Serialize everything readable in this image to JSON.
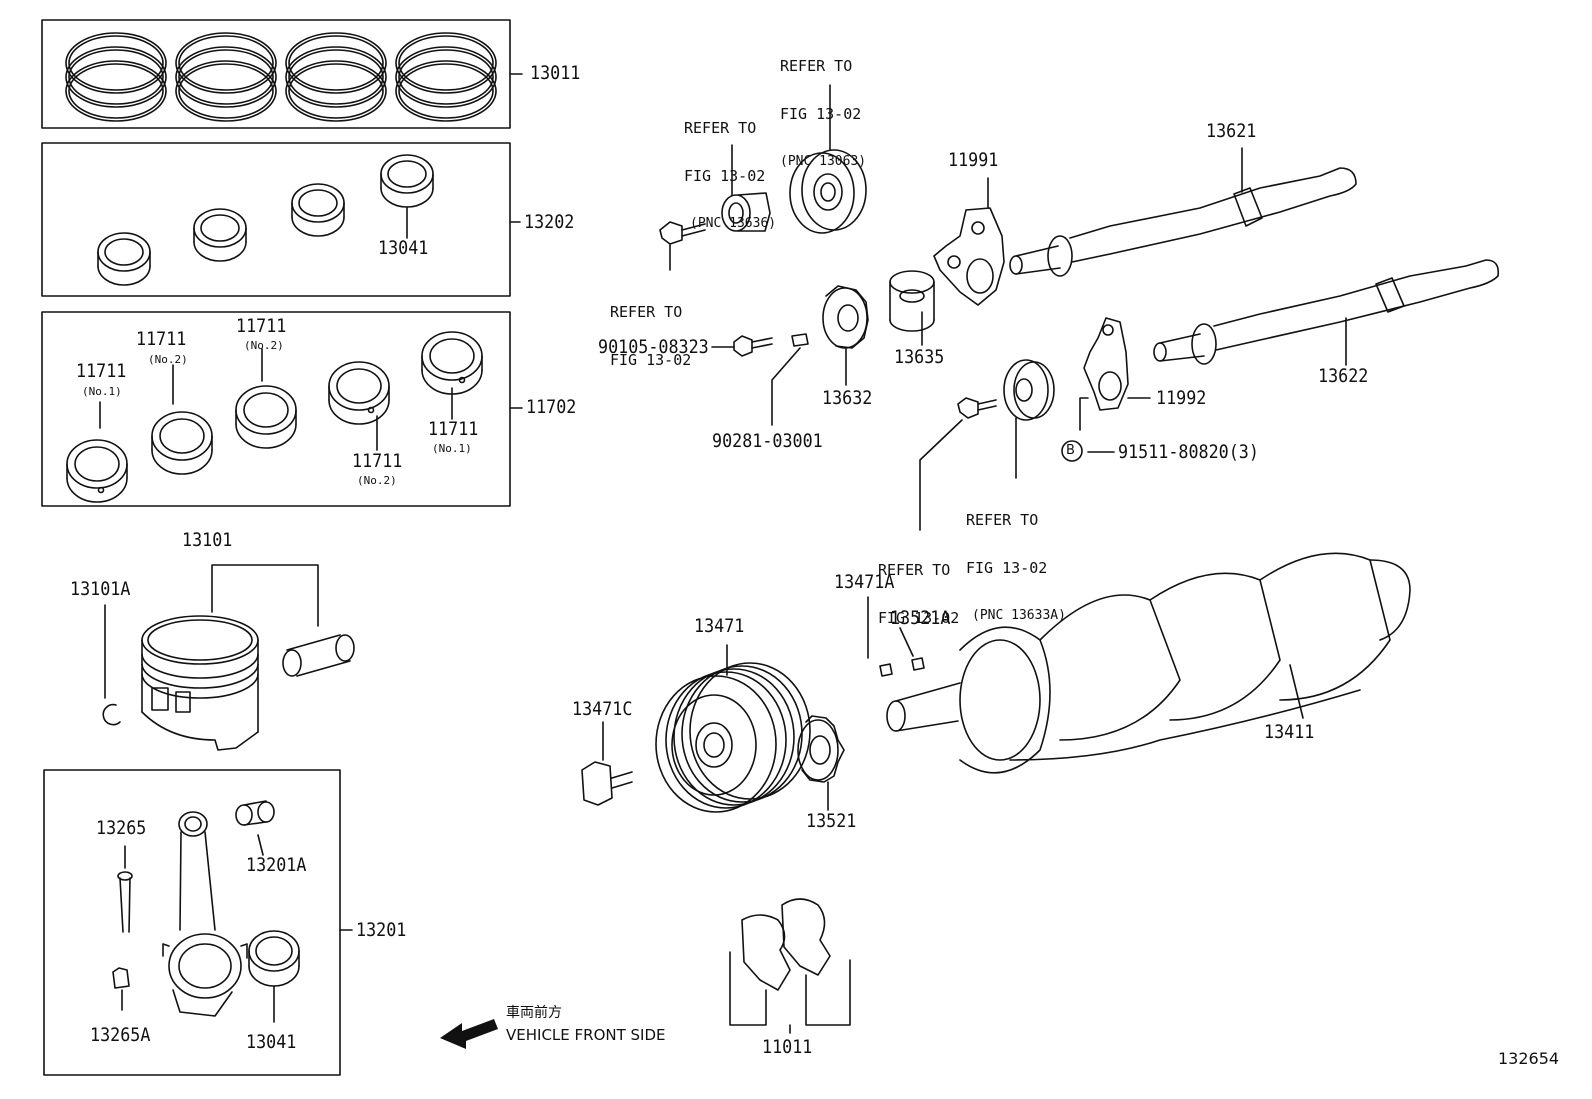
{
  "figure_id": "132654",
  "direction": {
    "jp": "車両前方",
    "en": "VEHICLE FRONT SIDE"
  },
  "icons": [
    "arrow-left-icon",
    "circled-b-icon"
  ],
  "kits": {
    "piston_rings": "13011",
    "conrod_bearing_set": "13202",
    "main_bearing_set": "11702",
    "connecting_rod_assy": "13201"
  },
  "parts": {
    "p13041_top": "13041",
    "p11711_a": {
      "pn": "11711",
      "note": "(No.1)"
    },
    "p11711_b": {
      "pn": "11711",
      "note": "(No.2)"
    },
    "p11711_c": {
      "pn": "11711",
      "note": "(No.2)"
    },
    "p11711_d": {
      "pn": "11711",
      "note": "(No.2)"
    },
    "p11711_e": {
      "pn": "11711",
      "note": "(No.1)"
    },
    "p13101": "13101",
    "p13101A": "13101A",
    "p13265": "13265",
    "p13265A": "13265A",
    "p13201A": "13201A",
    "p13041_bot": "13041",
    "p11011": "11011",
    "p13471": "13471",
    "p13471C": "13471C",
    "p13521": "13521",
    "p13471A": "13471A",
    "p13521A": "13521A",
    "p13411": "13411",
    "p90105": "90105-08323",
    "p90281": "90281-03001",
    "p13632": "13632",
    "p13635": "13635",
    "p11991": "11991",
    "p13621": "13621",
    "p13622": "13622",
    "p11992": "11992",
    "p91511": "91511-80820(3)",
    "circle_b": "B"
  },
  "refs": {
    "ref_a": {
      "l1": "REFER TO",
      "l2": "FIG 13-02",
      "l3": "(PNC 13063)"
    },
    "ref_b": {
      "l1": "REFER TO",
      "l2": "FIG 13-02",
      "l3": "(PNC 13636)"
    },
    "ref_c": {
      "l1": "REFER TO",
      "l2": "FIG 13-02"
    },
    "ref_d": {
      "l1": "REFER TO",
      "l2": "FIG 13-02",
      "l3": "(PNC 13633A)"
    },
    "ref_e": {
      "l1": "REFER TO",
      "l2": "FIG 13-02"
    }
  }
}
